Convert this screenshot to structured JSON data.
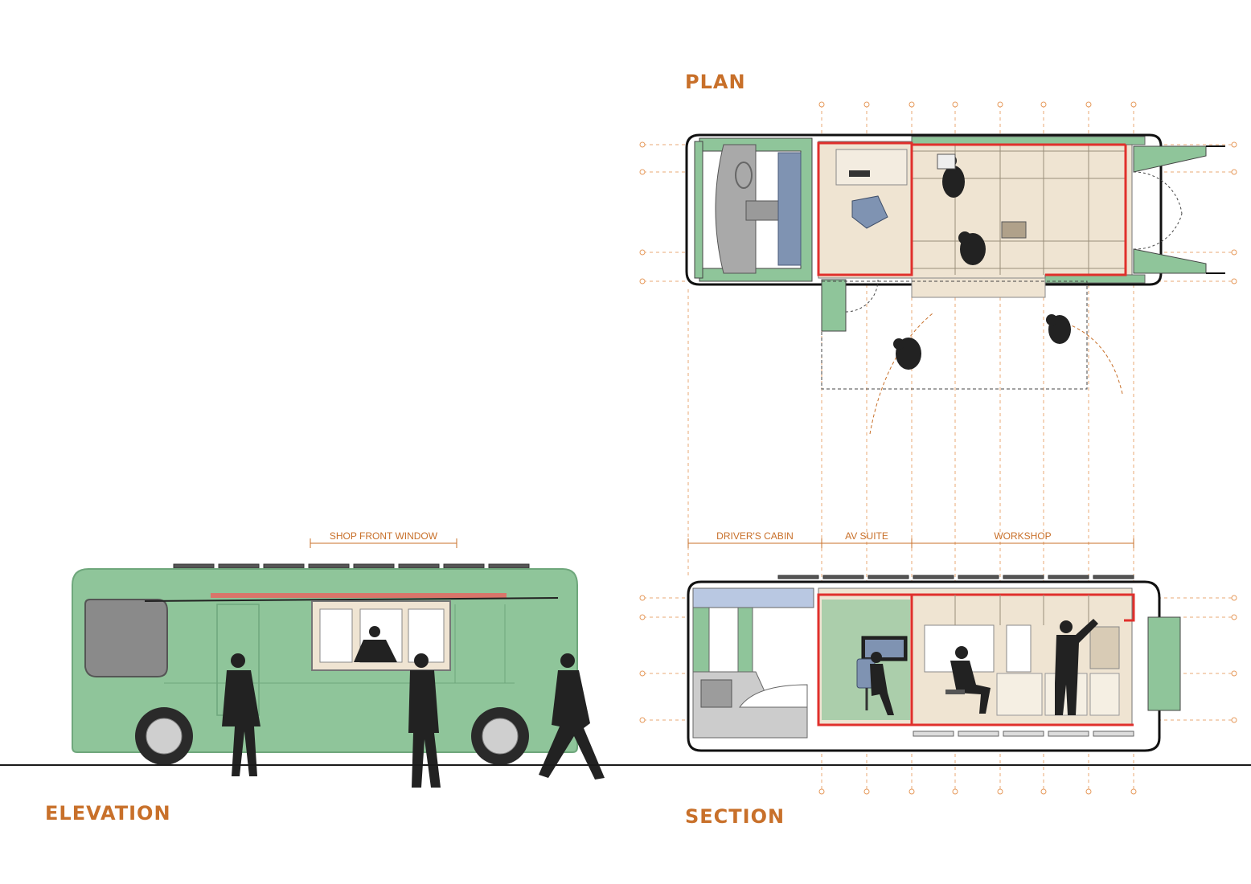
{
  "titles": {
    "plan": "PLAN",
    "elevation": "ELEVATION",
    "section": "SECTION"
  },
  "annotations": {
    "shop_front_window": "SHOP FRONT WINDOW",
    "zones": {
      "drivers_cabin": "DRIVER'S CABIN",
      "av_suite": "AV SUITE",
      "workshop": "WORKSHOP"
    }
  },
  "colors": {
    "label_orange": "#c8702a",
    "bus_green": "#8fc59a",
    "bus_green_dark": "#6fa77c",
    "frame_red": "#e0302c",
    "plywood": "#efe4d2",
    "ground": "#1a1a1a",
    "grid_orange": "#e69a5c",
    "silhouette": "#222222"
  }
}
